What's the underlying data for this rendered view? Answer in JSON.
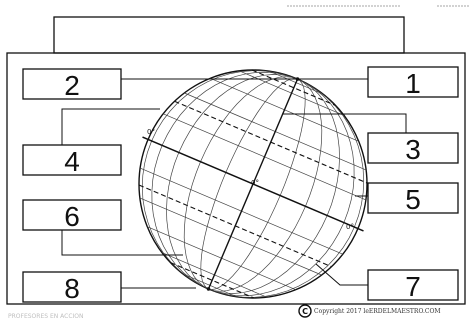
{
  "labels": {
    "l1": "1",
    "l2": "2",
    "l3": "3",
    "l4": "4",
    "l5": "5",
    "l6": "6",
    "l7": "7",
    "l8": "8"
  },
  "degree_marks": {
    "left": "0°",
    "center": "0°",
    "right": "0°"
  },
  "footer": {
    "copyright": "Copyright 2017 leERDELMAESTRO.COM",
    "watermark": "PROFESORES EN ACCION"
  }
}
